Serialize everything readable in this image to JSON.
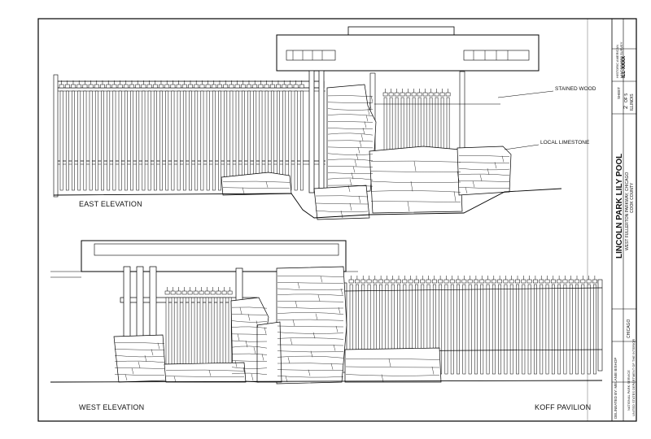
{
  "drawing": {
    "callouts": {
      "stained_wood": "STAINED WOOD",
      "local_limestone": "LOCAL LIMESTONE"
    },
    "views": {
      "east": "EAST ELEVATION",
      "west": "WEST ELEVATION",
      "koff": "KOFF PAVILION"
    }
  },
  "title_block": {
    "project_title": "LINCOLN PARK LILY POOL",
    "subtitle": "WEST FULLERTON PARKWAY, CHICAGO",
    "county": "COOK COUNTY",
    "state": "ILLINOIS",
    "city": "CHICAGO",
    "sheet_label": "SHEET",
    "sheet_number": "2",
    "sheet_of": "OF 5",
    "survey_no": "ILL-XXXX",
    "agency_lines": [
      "HISTORIC AMERICAN",
      "LANDSCAPES SURVEY"
    ],
    "delineated_by": "DELINEATED BY: MELANIE BISHOP",
    "dept_lines": [
      "UNITED STATES DEPARTMENT OF THE INTERIOR",
      "NATIONAL PARK SERVICE"
    ]
  }
}
